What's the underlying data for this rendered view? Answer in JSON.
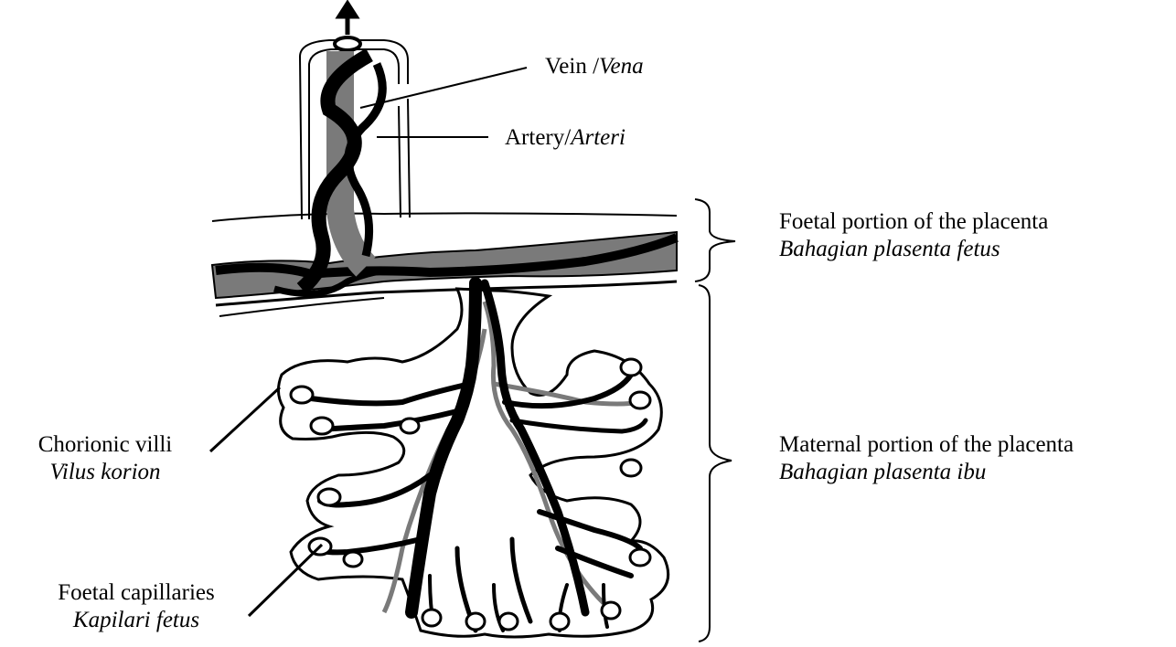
{
  "labels": {
    "vein": {
      "en": "Vein /",
      "ms": "Vena"
    },
    "artery": {
      "en": "Artery/",
      "ms": "Arteri"
    },
    "foetal_portion": {
      "en": "Foetal portion of the placenta",
      "ms": "Bahagian plasenta fetus"
    },
    "maternal_portion": {
      "en": "Maternal portion of the placenta",
      "ms": "Bahagian plasenta ibu"
    },
    "chorionic_villi": {
      "en": "Chorionic villi",
      "ms": "Vilus korion"
    },
    "foetal_capillaries": {
      "en": "Foetal capillaries",
      "ms": "Kapilari fetus"
    }
  },
  "colors": {
    "ink": "#000000",
    "vessel_grey": "#7a7a7a",
    "background": "#ffffff"
  }
}
